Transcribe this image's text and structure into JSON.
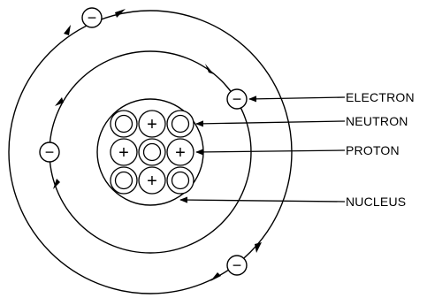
{
  "labels": {
    "electron": "ELECTRON",
    "neutron": "NEUTRON",
    "proton": "PROTON",
    "nucleus": "NUCLEUS"
  },
  "symbols": {
    "electron": "−",
    "proton": "+"
  },
  "colors": {
    "line": "#000000",
    "background": "#ffffff"
  }
}
